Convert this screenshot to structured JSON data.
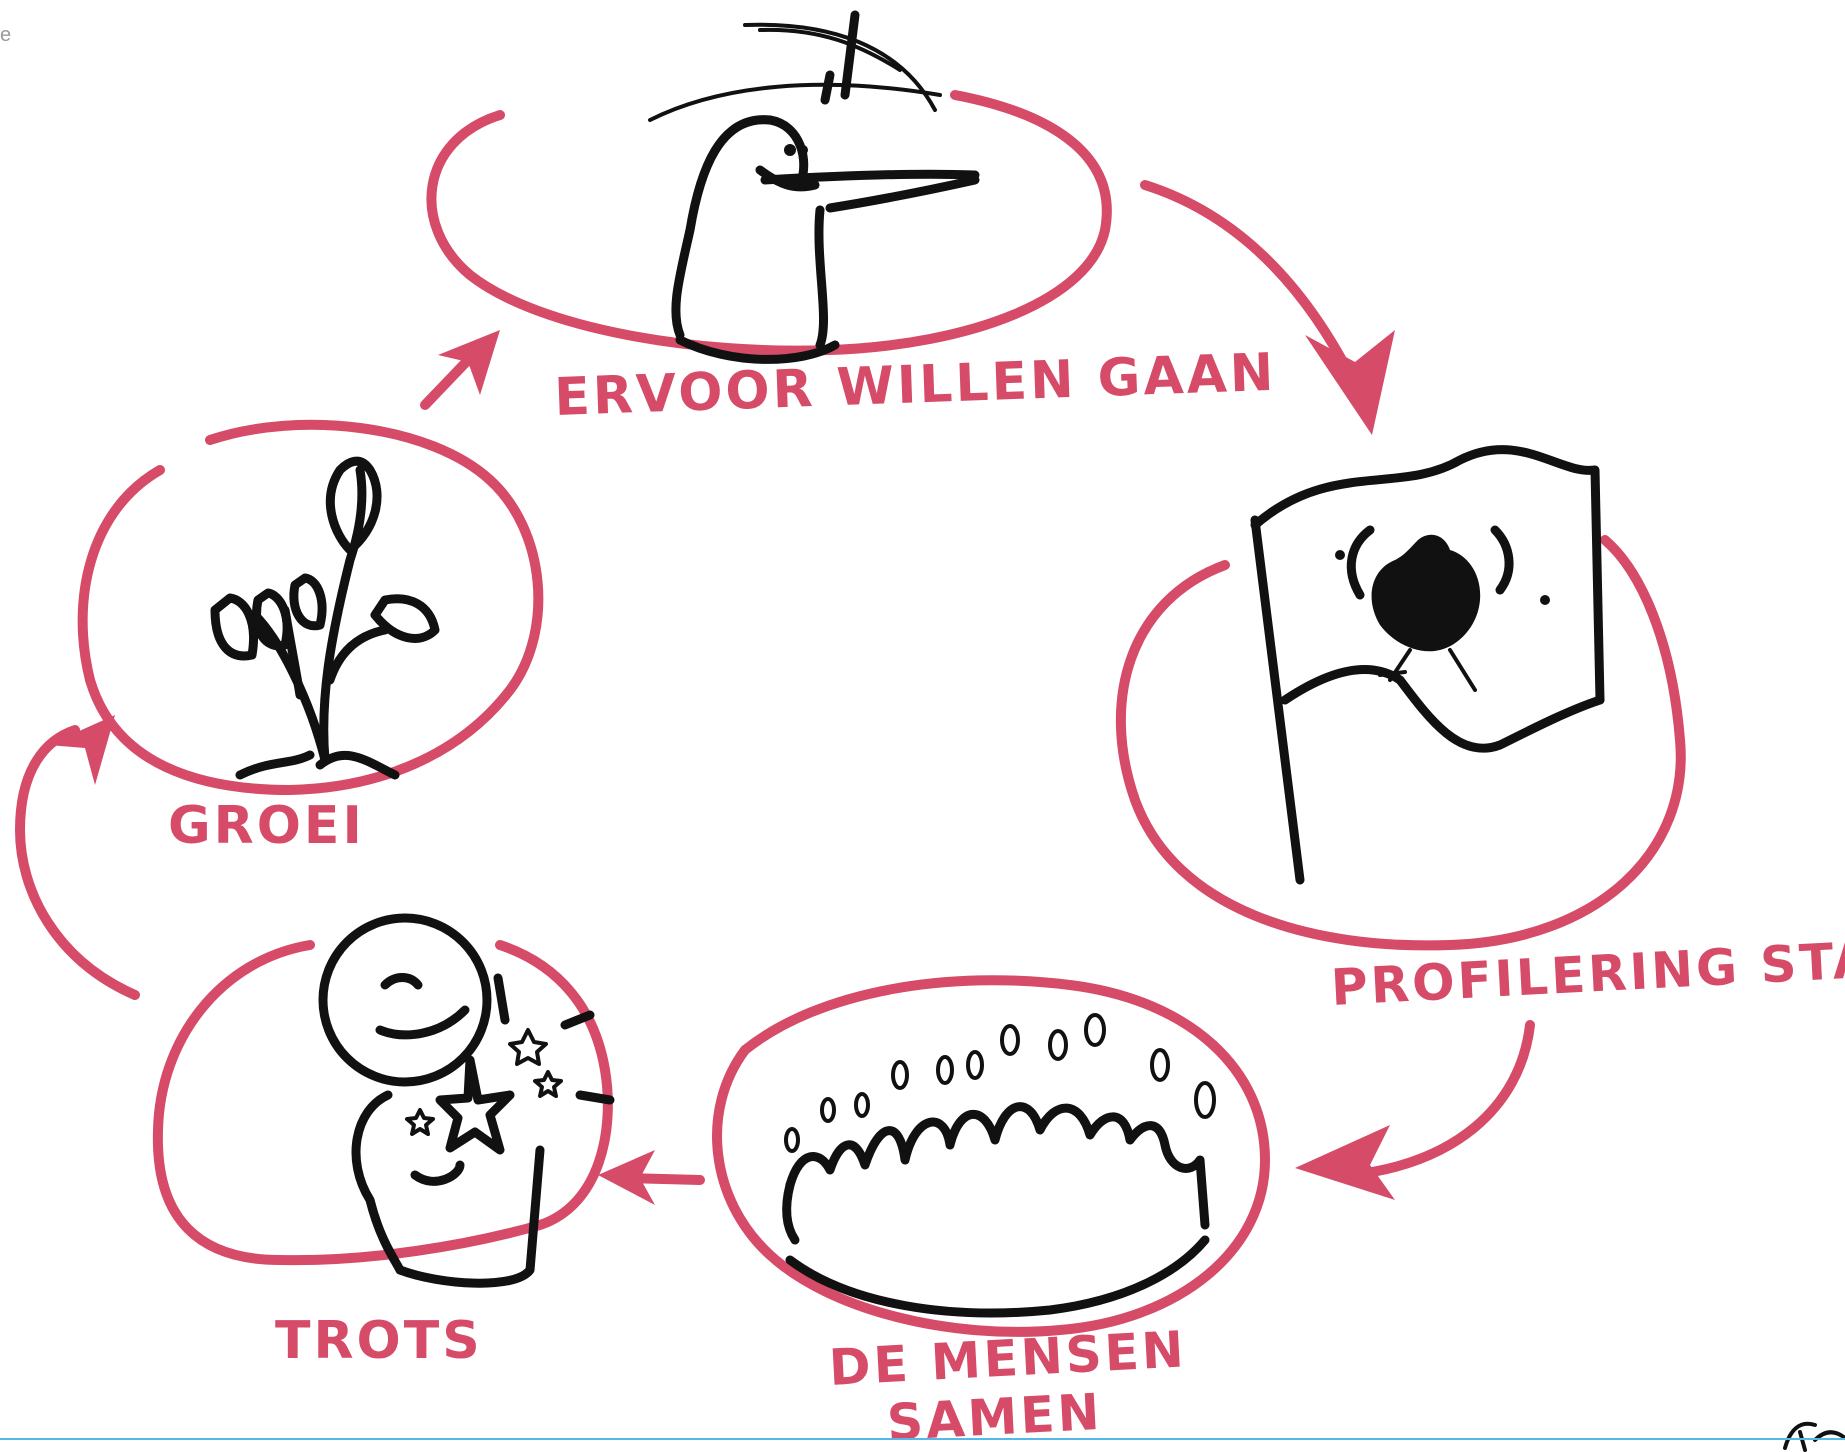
{
  "corner_fragment": "e",
  "stages": [
    {
      "id": "ervoor-willen-gaan",
      "label": "ERVOOR WILLEN GAAN"
    },
    {
      "id": "profilering-stad",
      "label": "PROFILERING STAD"
    },
    {
      "id": "de-mensen-samen",
      "label_line1": "DE MENSEN",
      "label_line2": "SAMEN"
    },
    {
      "id": "trots",
      "label": "TROTS"
    },
    {
      "id": "groei",
      "label": "GROEI"
    }
  ],
  "colors": {
    "accent": "#d54b68",
    "ink": "#111111",
    "rule": "#56b8e6"
  },
  "icons": [
    "pointing-person-icon",
    "flag-icon",
    "crowd-icon",
    "proud-person-icon",
    "plant-icon",
    "signature-icon"
  ]
}
